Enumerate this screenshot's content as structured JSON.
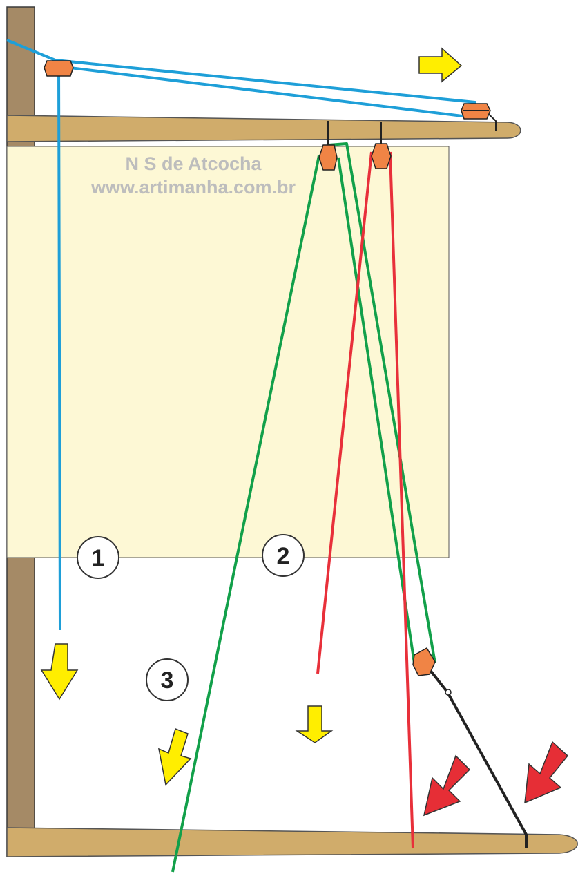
{
  "watermark": {
    "line1": "N S de Atcocha",
    "line2": "www.artimanha.com.br"
  },
  "markers": [
    {
      "label": "1"
    },
    {
      "label": "2"
    },
    {
      "label": "3"
    }
  ],
  "colors": {
    "wood": "#d0ac6b",
    "wood_dark": "#a58a66",
    "sail": "#fdf8d5",
    "line_blue": "#1e9fd8",
    "line_green": "#12a04a",
    "line_red": "#e8303a",
    "line_black": "#222222",
    "pulley": "#f08445",
    "arrow_yellow": "#ffee00",
    "arrow_red": "#e62e36"
  },
  "icons": {
    "arrow_yellow": "arrow-icon",
    "arrow_red": "arrow-icon",
    "pulley": "pulley-icon"
  }
}
